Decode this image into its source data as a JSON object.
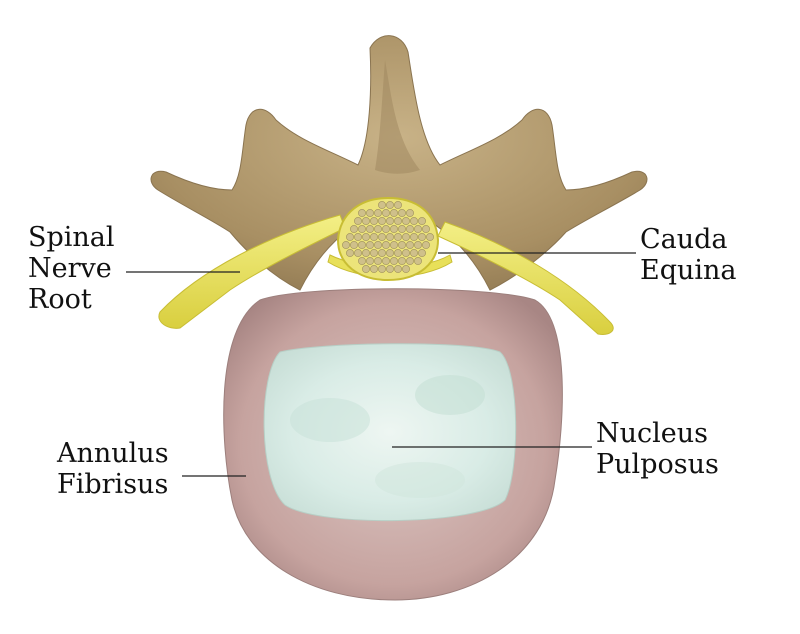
{
  "labels": {
    "spinal_nerve_root": [
      "Spinal",
      "Nerve",
      "Root"
    ],
    "cauda_equina": [
      "Cauda",
      "Equina"
    ],
    "annulus_fibrosus": [
      "Annulus",
      "Fibrisus"
    ],
    "nucleus_pulposus": [
      "Nucleus",
      "Pulposus"
    ]
  },
  "colors": {
    "bone": "#b39a6f",
    "nerve": "#e9e35f",
    "annulus": "#c9a6a2",
    "nucleus": "#dfeee9",
    "cauda_fibers": "#cfc08a"
  }
}
